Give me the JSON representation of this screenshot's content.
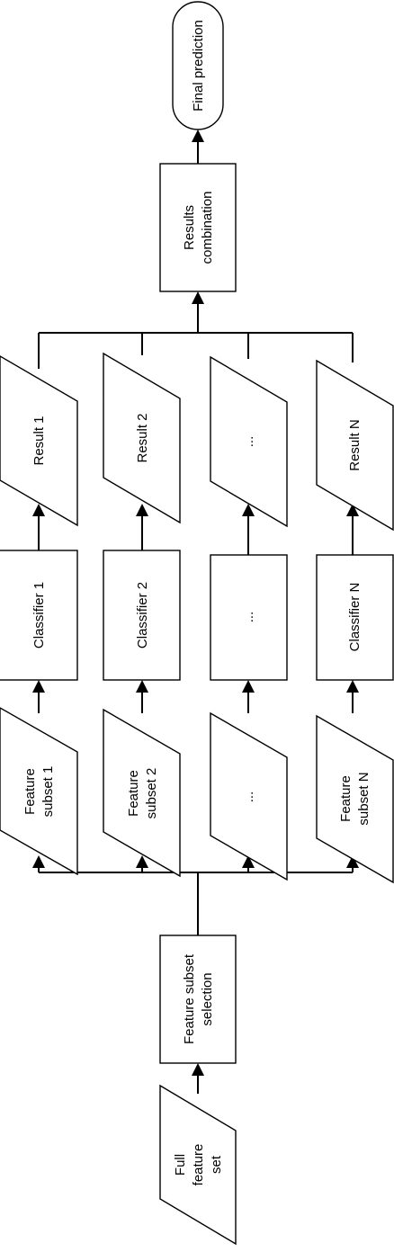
{
  "full_feature_set": [
    "Full",
    "feature",
    "set"
  ],
  "feature_subset_selection": [
    "Feature subset",
    "selection"
  ],
  "branches": [
    {
      "subset": [
        "Feature",
        "subset 1"
      ],
      "classifier": [
        "Classifier 1"
      ],
      "result": [
        "Result  1"
      ]
    },
    {
      "subset": [
        "Feature",
        "subset 2"
      ],
      "classifier": [
        "Classifier 2"
      ],
      "result": [
        "Result 2"
      ]
    },
    {
      "subset": [
        "..."
      ],
      "classifier": [
        "..."
      ],
      "result": [
        "..."
      ]
    },
    {
      "subset": [
        "Feature",
        "subset N"
      ],
      "classifier": [
        "Classifier N"
      ],
      "result": [
        "Result N"
      ]
    }
  ],
  "results_combination": [
    "Results",
    "combination"
  ],
  "final_prediction": [
    "Final prediction"
  ]
}
